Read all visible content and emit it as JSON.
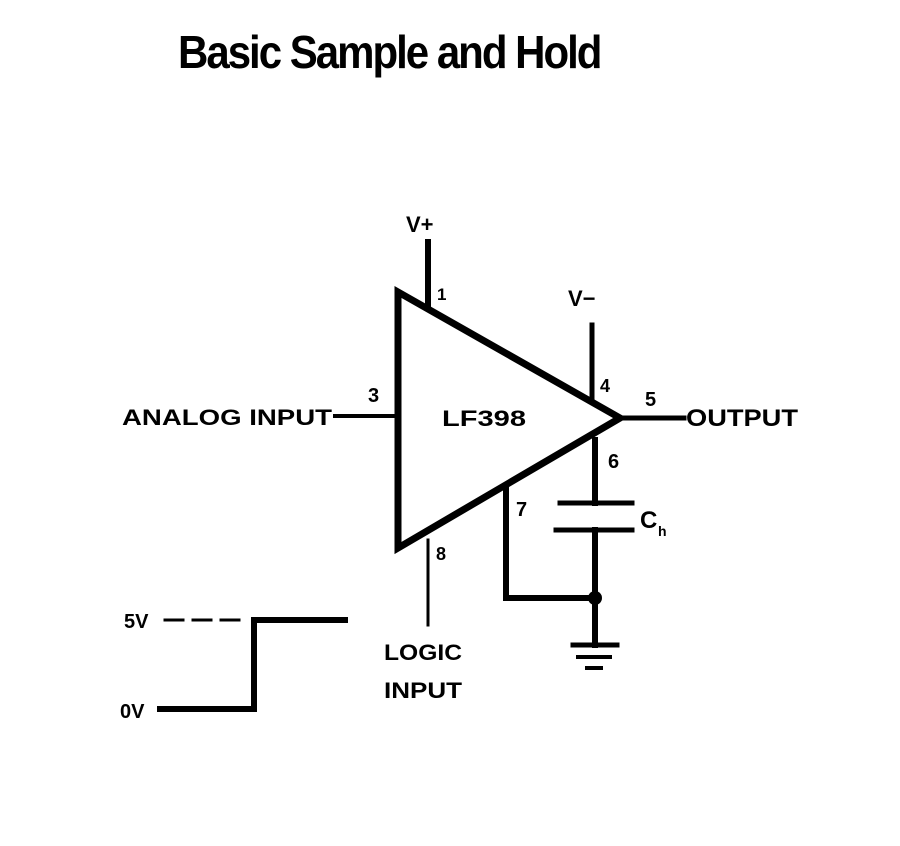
{
  "title": "Basic Sample and Hold",
  "diagram": {
    "ic_label": "LF398",
    "supply_positive": "V+",
    "supply_negative": "V−",
    "analog_input": "ANALOG INPUT",
    "output": "OUTPUT",
    "logic_input_line1": "LOGIC",
    "logic_input_line2": "INPUT",
    "hold_capacitor": "C",
    "hold_capacitor_sub": "h",
    "pins": {
      "v_plus": "1",
      "analog_in": "3",
      "v_minus": "4",
      "output": "5",
      "cap": "6",
      "ref": "7",
      "logic": "8"
    },
    "logic_levels": {
      "high": "5V",
      "low": "0V"
    }
  }
}
